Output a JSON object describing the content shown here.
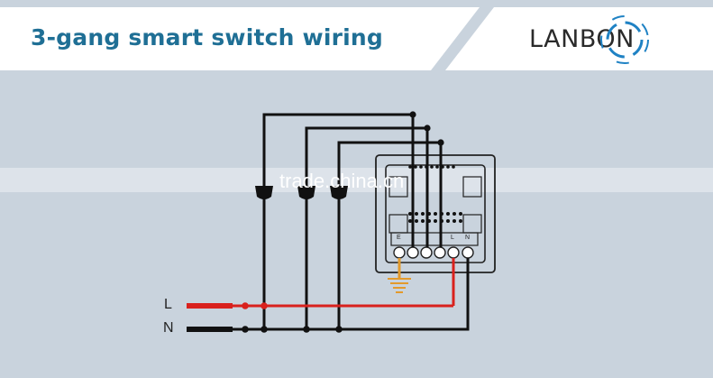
{
  "header": {
    "title": "3-gang smart switch wiring",
    "logo": "LANBON"
  },
  "wiring": {
    "line_label": "L",
    "neutral_label": "N"
  },
  "switch": {
    "terminal_labels": [
      "E",
      "",
      "",
      "",
      "L",
      "N"
    ]
  },
  "watermark": "trade.china.cn",
  "colors": {
    "title": "#1f6f95",
    "live_wire": "#d9211d",
    "ground_wire": "#e39a2b",
    "wire": "#111111",
    "background": "#c9d3dd"
  }
}
